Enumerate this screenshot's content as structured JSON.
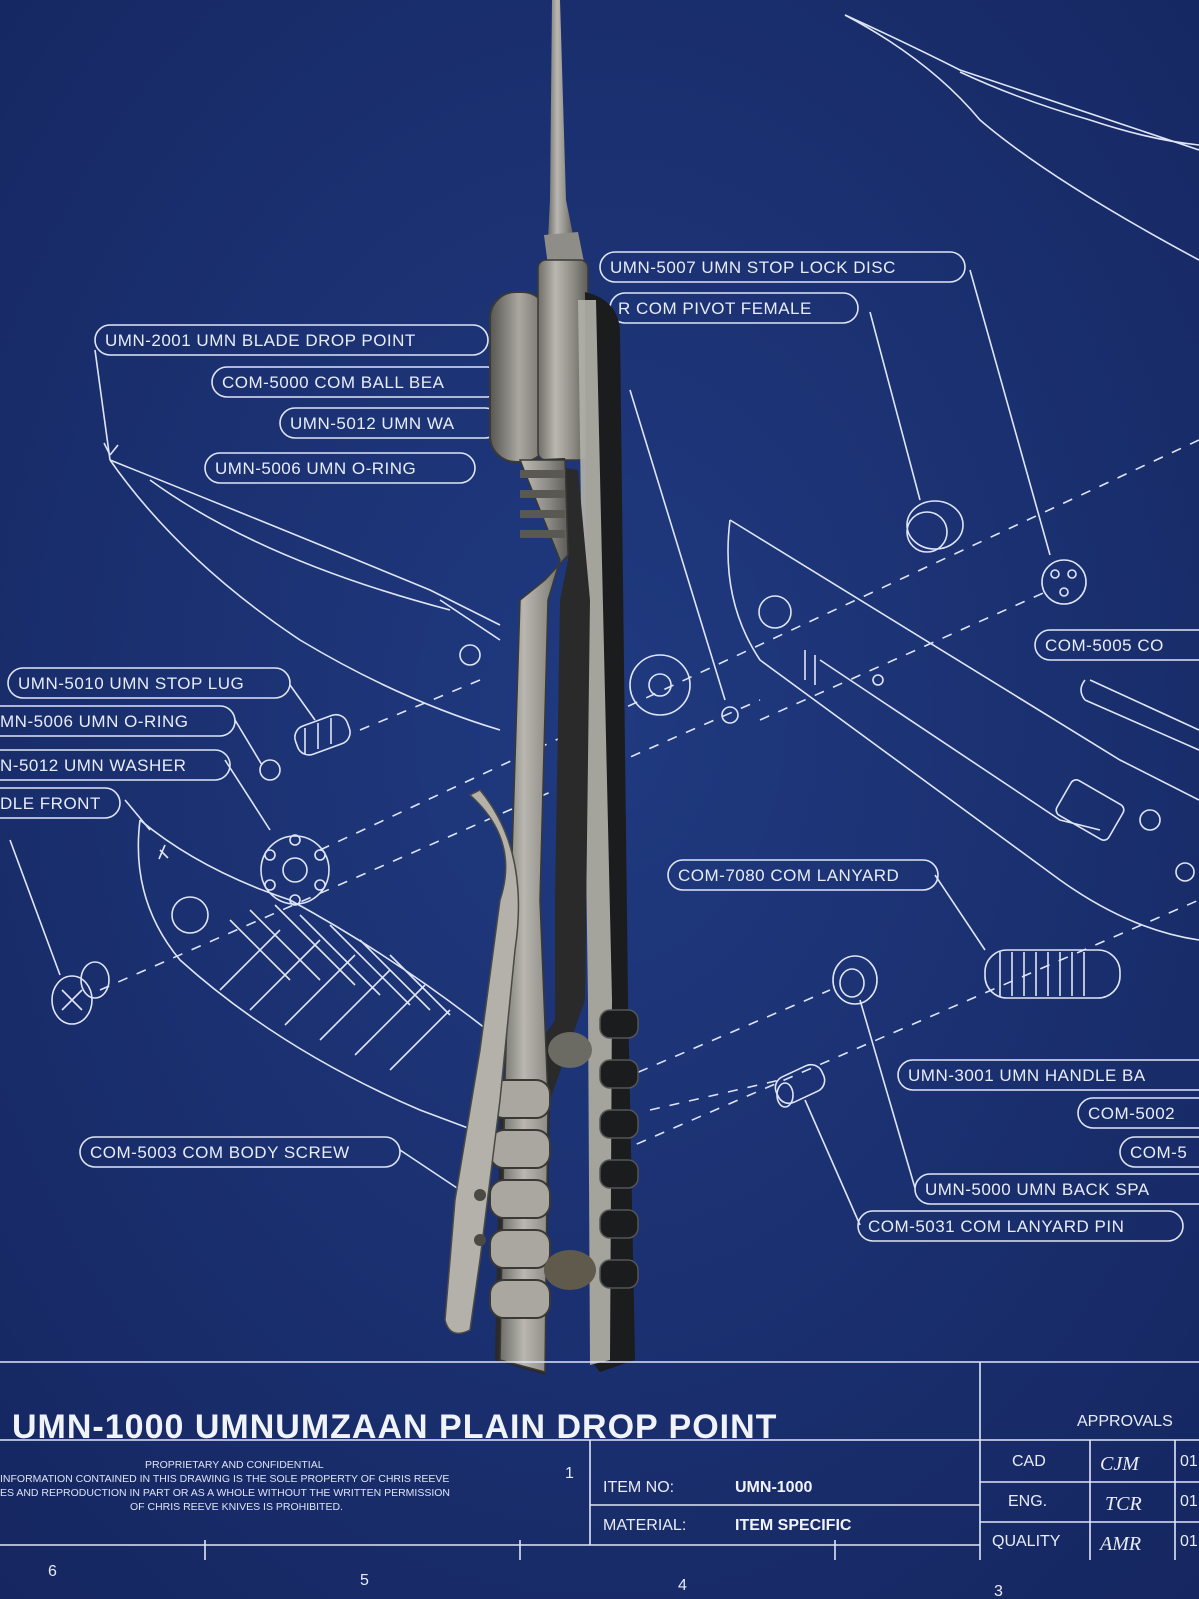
{
  "callouts": [
    {
      "id": "umn2001",
      "text": "UMN-2001  UMN BLADE DROP POINT"
    },
    {
      "id": "com5000",
      "text": "COM-5000  COM BALL BEA"
    },
    {
      "id": "umn5012a",
      "text": "UMN-5012  UMN WA"
    },
    {
      "id": "umn5006a",
      "text": "UMN-5006  UMN O-RING"
    },
    {
      "id": "umn5007",
      "text": "UMN-5007  UMN STOP LOCK DISC"
    },
    {
      "id": "compivot",
      "text": "R  COM PIVOT FEMALE"
    },
    {
      "id": "com5005",
      "text": "COM-5005  CO"
    },
    {
      "id": "umn5010",
      "text": "UMN-5010  UMN STOP LUG"
    },
    {
      "id": "umn5006b",
      "text": "MN-5006  UMN O-RING"
    },
    {
      "id": "umn5012b",
      "text": "N-5012  UMN WASHER"
    },
    {
      "id": "dlefront",
      "text": "DLE FRONT"
    },
    {
      "id": "com7080",
      "text": "COM-7080 COM LANYARD"
    },
    {
      "id": "umn3001",
      "text": "UMN-3001  UMN HANDLE BA"
    },
    {
      "id": "com5002",
      "text": "COM-5002"
    },
    {
      "id": "com5x",
      "text": "COM-5"
    },
    {
      "id": "umn5000",
      "text": "UMN-5000  UMN BACK SPA"
    },
    {
      "id": "com5031",
      "text": "COM-5031  COM LANYARD PIN"
    },
    {
      "id": "com5003",
      "text": "COM-5003  COM BODY SCREW"
    }
  ],
  "title_block": {
    "title": "UMN-1000 UMNUMZAAN PLAIN DROP POINT",
    "proprietary_heading": "PROPRIETARY AND CONFIDENTIAL",
    "proprietary_lines": [
      "INFORMATION CONTAINED IN THIS DRAWING IS THE SOLE PROPERTY OF CHRIS REEVE",
      "ES AND REPRODUCTION IN PART OR AS A WHOLE WITHOUT THE WRITTEN PERMISSION",
      "OF CHRIS REEVE KNIVES IS PROHIBITED."
    ],
    "item_no_label": "ITEM NO:",
    "item_no_value": "UMN-1000",
    "material_label": "MATERIAL:",
    "material_value": "ITEM SPECIFIC",
    "approvals_label": "APPROVALS",
    "approval_rows": [
      {
        "role": "CAD",
        "initials": "CJM",
        "date": "01"
      },
      {
        "role": "ENG.",
        "initials": "TCR",
        "date": "01"
      },
      {
        "role": "QUALITY",
        "initials": "AMR",
        "date": "01"
      }
    ],
    "zone_numbers": [
      "6",
      "5",
      "4",
      "3"
    ],
    "rev_mark": "1"
  },
  "colors": {
    "mat_blue": "#1a2f6e",
    "line_white": "#dfe5f7",
    "steel": "#9a9891",
    "handle_black": "#1b1c1e"
  }
}
